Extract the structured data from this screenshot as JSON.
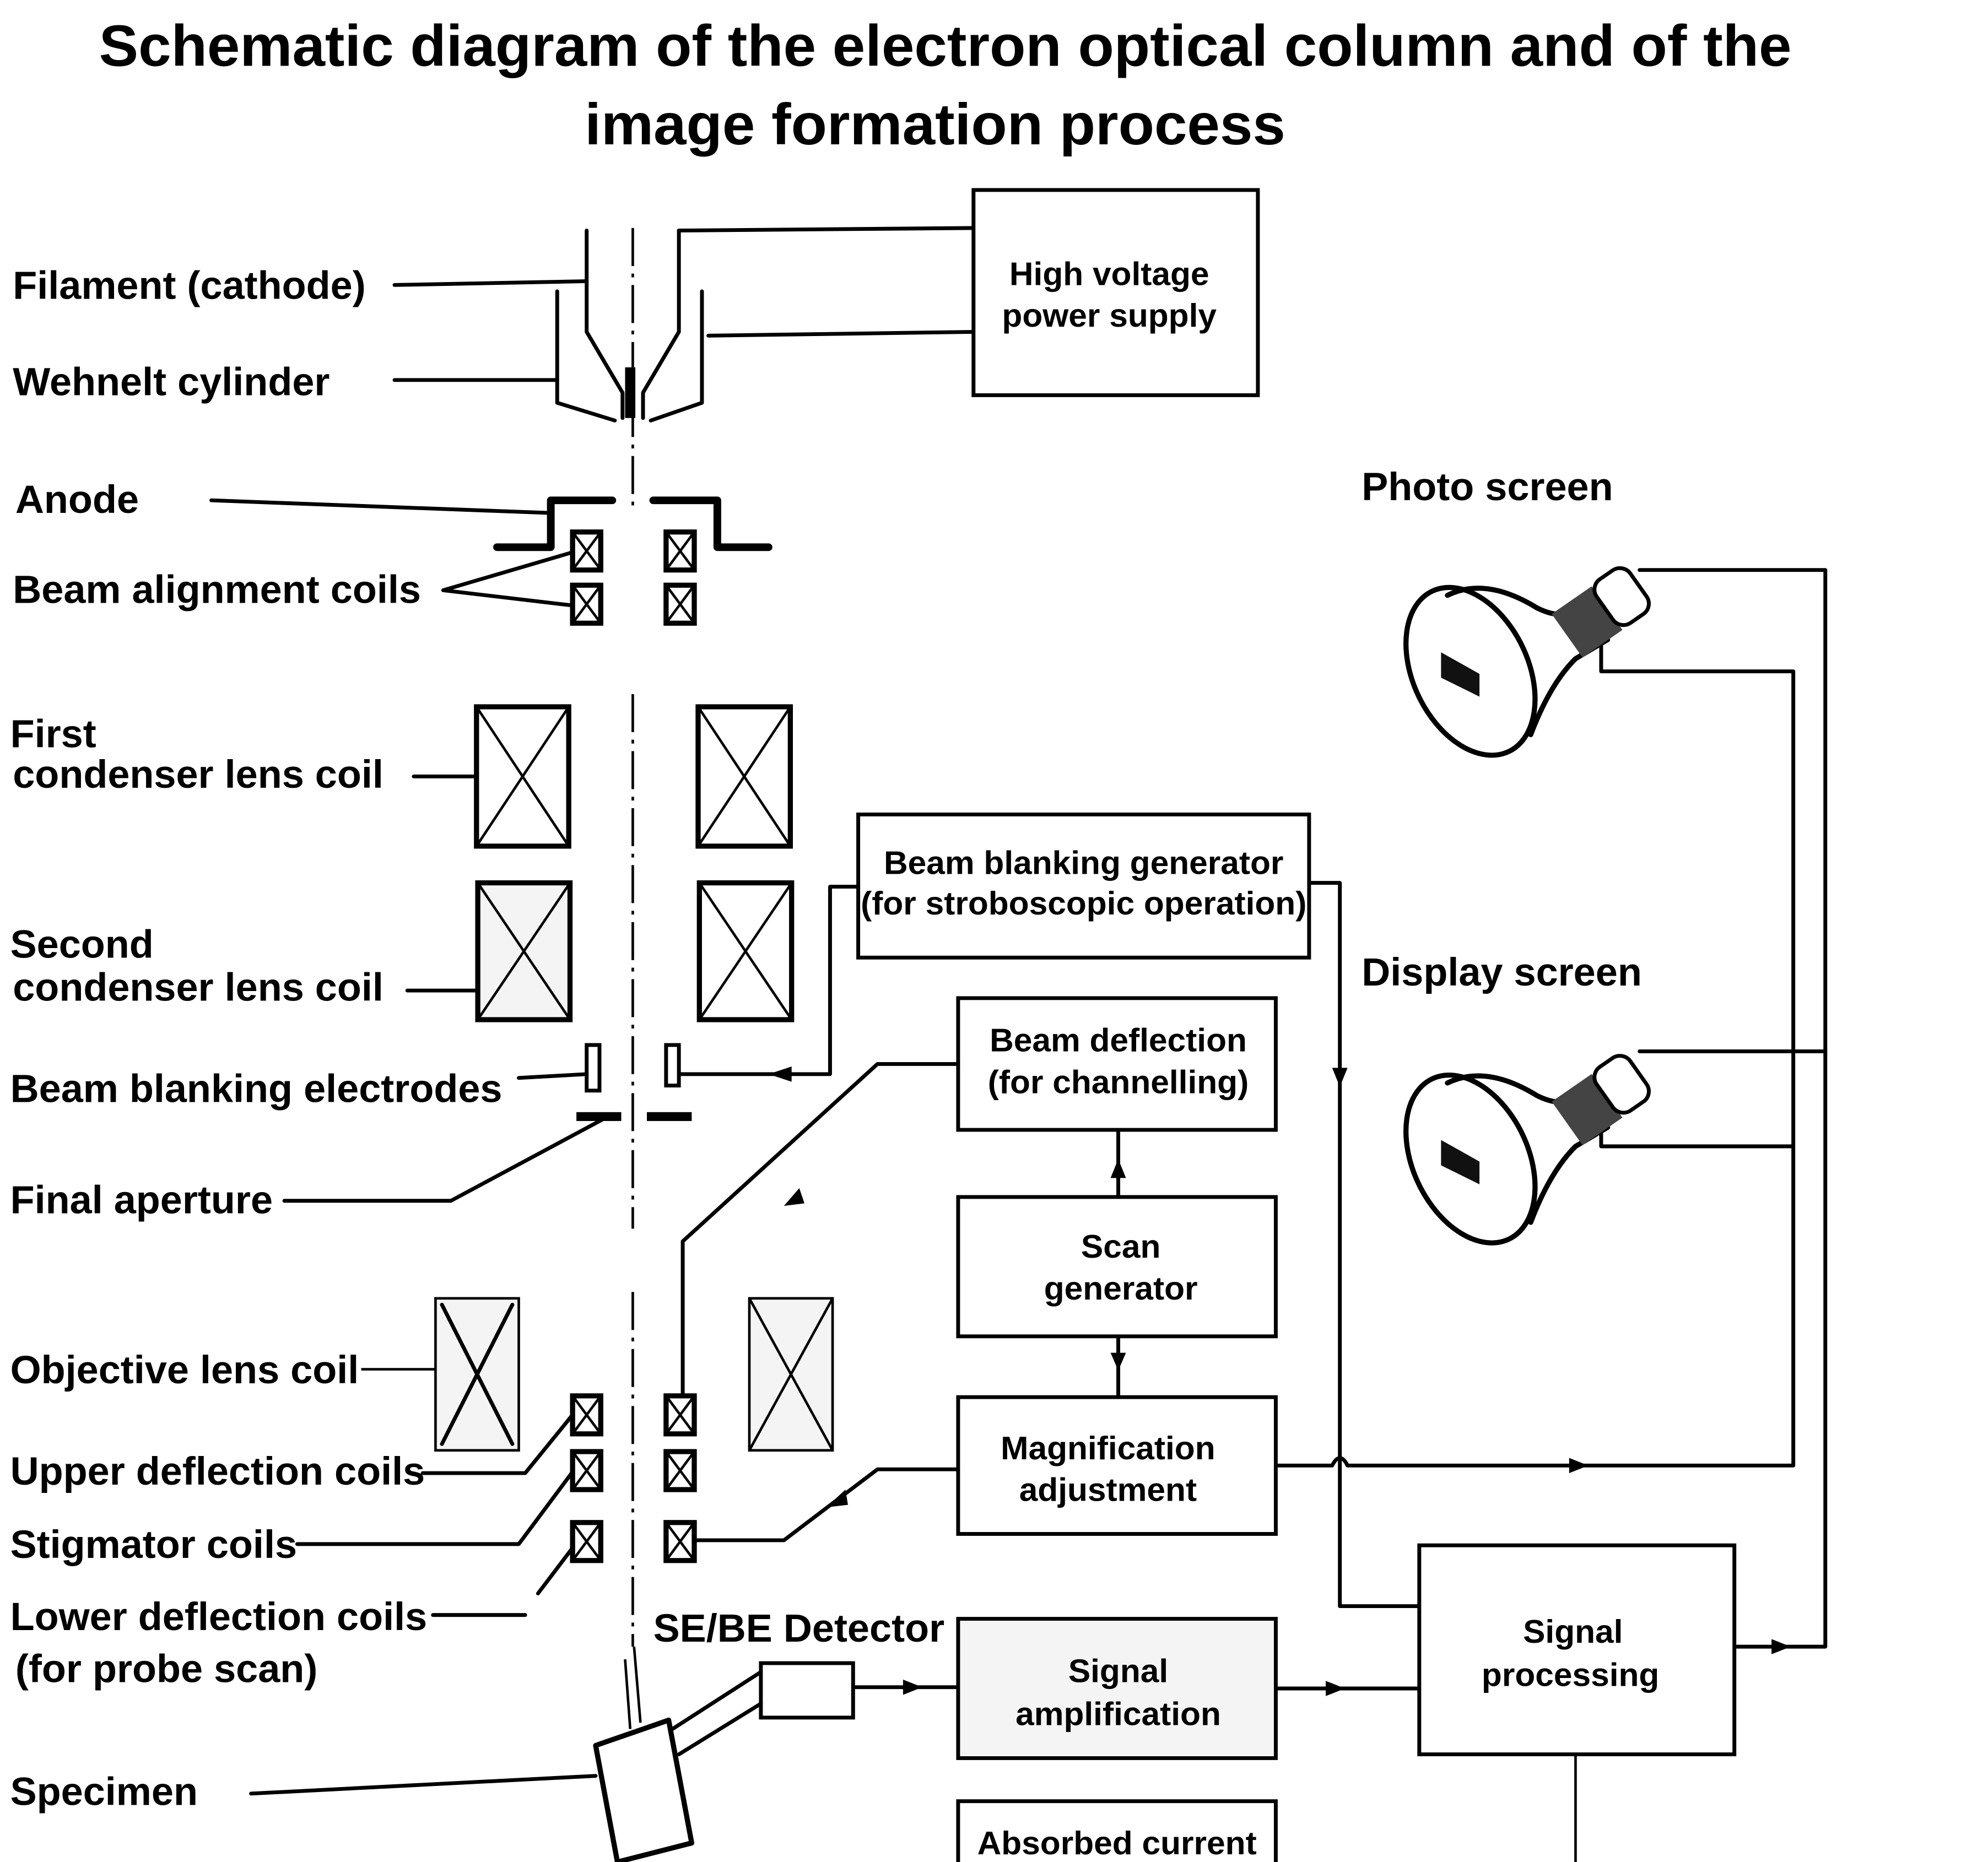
{
  "title": {
    "line1": "Schematic diagram of the electron optical column and of the",
    "line2": "image formation process"
  },
  "column_labels": {
    "filament": "Filament (cathode)",
    "wehnelt": "Wehnelt cylinder",
    "anode": "Anode",
    "beam_alignment_coils": "Beam alignment coils",
    "first_condenser_1": "First",
    "first_condenser_2": "condenser lens coil",
    "second_condenser_1": "Second",
    "second_condenser_2": "condenser lens coil",
    "beam_blanking_electrodes": "Beam blanking electrodes",
    "final_aperture": "Final aperture",
    "objective_lens_coil": "Objective lens coil",
    "upper_deflection_coils": "Upper deflection coils",
    "stigmator_coils": "Stigmator coils",
    "lower_deflection_coils_1": "Lower deflection coils",
    "lower_deflection_coils_2": "(for probe scan)",
    "specimen": "Specimen",
    "detector": "SE/BE Detector"
  },
  "blocks": {
    "hv_supply": [
      "High voltage",
      "power supply"
    ],
    "beam_blanking_generator": [
      "Beam blanking generator",
      "(for stroboscopic operation)"
    ],
    "beam_deflection": [
      "Beam deflection",
      "(for channelling)"
    ],
    "scan_generator": [
      "Scan",
      "generator"
    ],
    "magnification": [
      "Magnification",
      "adjustment"
    ],
    "signal_amplification": [
      "Signal",
      "amplification"
    ],
    "signal_processing": [
      "Signal",
      "processing"
    ],
    "absorbed_current": [
      "Absorbed current"
    ]
  },
  "screens": {
    "photo": "Photo screen",
    "display": "Display screen"
  }
}
